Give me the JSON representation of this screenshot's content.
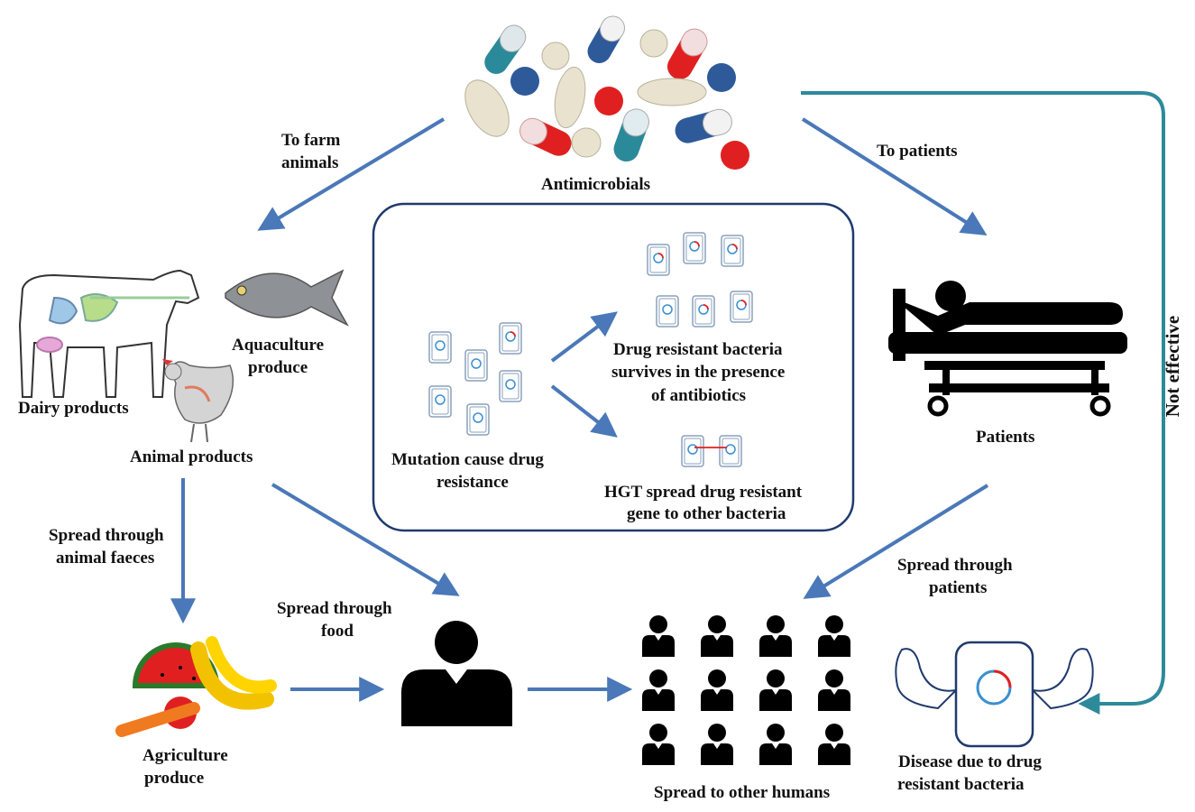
{
  "labels": {
    "antimicrobials": "Antimicrobials",
    "to_farm_animals_1": "To farm",
    "to_farm_animals_2": "animals",
    "to_patients": "To patients",
    "not_effective": "Not effective",
    "dairy_products": "Dairy products",
    "aquaculture_1": "Aquaculture",
    "aquaculture_2": "produce",
    "animal_products": "Animal products",
    "mutation_1": "Mutation cause drug",
    "mutation_2": "resistance",
    "drug_resistant_1": "Drug resistant bacteria",
    "drug_resistant_2": "survives in the presence",
    "drug_resistant_3": "of antibiotics",
    "hgt_1": "HGT spread drug resistant",
    "hgt_2": "gene to other bacteria",
    "patients": "Patients",
    "spread_faeces_1": "Spread through",
    "spread_faeces_2": "animal faeces",
    "spread_food_1": "Spread through",
    "spread_food_2": "food",
    "spread_patients_1": "Spread through",
    "spread_patients_2": "patients",
    "agri_1": "Agriculture",
    "agri_2": "produce",
    "spread_humans": "Spread to other humans",
    "disease_1": "Disease due to drug",
    "disease_2": "resistant bacteria"
  },
  "colors": {
    "arrow_blue": "#4a78b8",
    "teal_arrow": "#2d8a9a",
    "box_border": "#1f3a6e",
    "pill_red": "#e02020",
    "pill_teal": "#2b8a9a",
    "pill_navy": "#2e5a9a",
    "pill_cream": "#e8e2cf"
  }
}
